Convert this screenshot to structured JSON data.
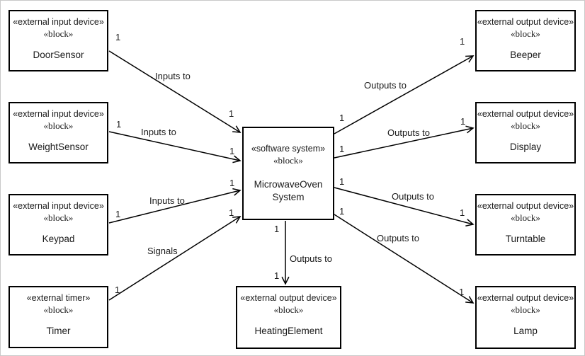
{
  "diagram": {
    "type": "sysml-context-block-diagram",
    "colors": {
      "line": "#000000",
      "box_border": "#000000",
      "background": "#ffffff",
      "text": "#1a1a1a"
    }
  },
  "blocks": [
    {
      "stereotype": "«external input device»",
      "kind": "«block»",
      "name": "DoorSensor"
    },
    {
      "stereotype": "«external input device»",
      "kind": "«block»",
      "name": "WeightSensor"
    },
    {
      "stereotype": "«external input device»",
      "kind": "«block»",
      "name": "Keypad"
    },
    {
      "stereotype": "«external timer»",
      "kind": "«block»",
      "name": "Timer"
    },
    {
      "stereotype": "«software system»",
      "kind": "«block»",
      "name": "MicrowaveOven System"
    },
    {
      "stereotype": "«external output device»",
      "kind": "«block»",
      "name": "Beeper"
    },
    {
      "stereotype": "«external output device»",
      "kind": "«block»",
      "name": "Display"
    },
    {
      "stereotype": "«external output device»",
      "kind": "«block»",
      "name": "Turntable"
    },
    {
      "stereotype": "«external output device»",
      "kind": "«block»",
      "name": "Lamp"
    },
    {
      "stereotype": "«external output device»",
      "kind": "«block»",
      "name": "HeatingElement"
    }
  ],
  "edges": [
    {
      "from": "DoorSensor",
      "to": "MicrowaveOven System",
      "label": "Inputs to",
      "source_mult": "1",
      "target_mult": "1"
    },
    {
      "from": "WeightSensor",
      "to": "MicrowaveOven System",
      "label": "Inputs to",
      "source_mult": "1",
      "target_mult": "1"
    },
    {
      "from": "Keypad",
      "to": "MicrowaveOven System",
      "label": "Inputs to",
      "source_mult": "1",
      "target_mult": "1"
    },
    {
      "from": "Timer",
      "to": "MicrowaveOven System",
      "label": "Signals",
      "source_mult": "1",
      "target_mult": "1"
    },
    {
      "from": "MicrowaveOven System",
      "to": "Beeper",
      "label": "Outputs to",
      "source_mult": "1",
      "target_mult": "1"
    },
    {
      "from": "MicrowaveOven System",
      "to": "Display",
      "label": "Outputs to",
      "source_mult": "1",
      "target_mult": "1"
    },
    {
      "from": "MicrowaveOven System",
      "to": "Turntable",
      "label": "Outputs to",
      "source_mult": "1",
      "target_mult": "1"
    },
    {
      "from": "MicrowaveOven System",
      "to": "Lamp",
      "label": "Outputs to",
      "source_mult": "1",
      "target_mult": "1"
    },
    {
      "from": "MicrowaveOven System",
      "to": "HeatingElement",
      "label": "Outputs to",
      "source_mult": "1",
      "target_mult": "1"
    }
  ]
}
